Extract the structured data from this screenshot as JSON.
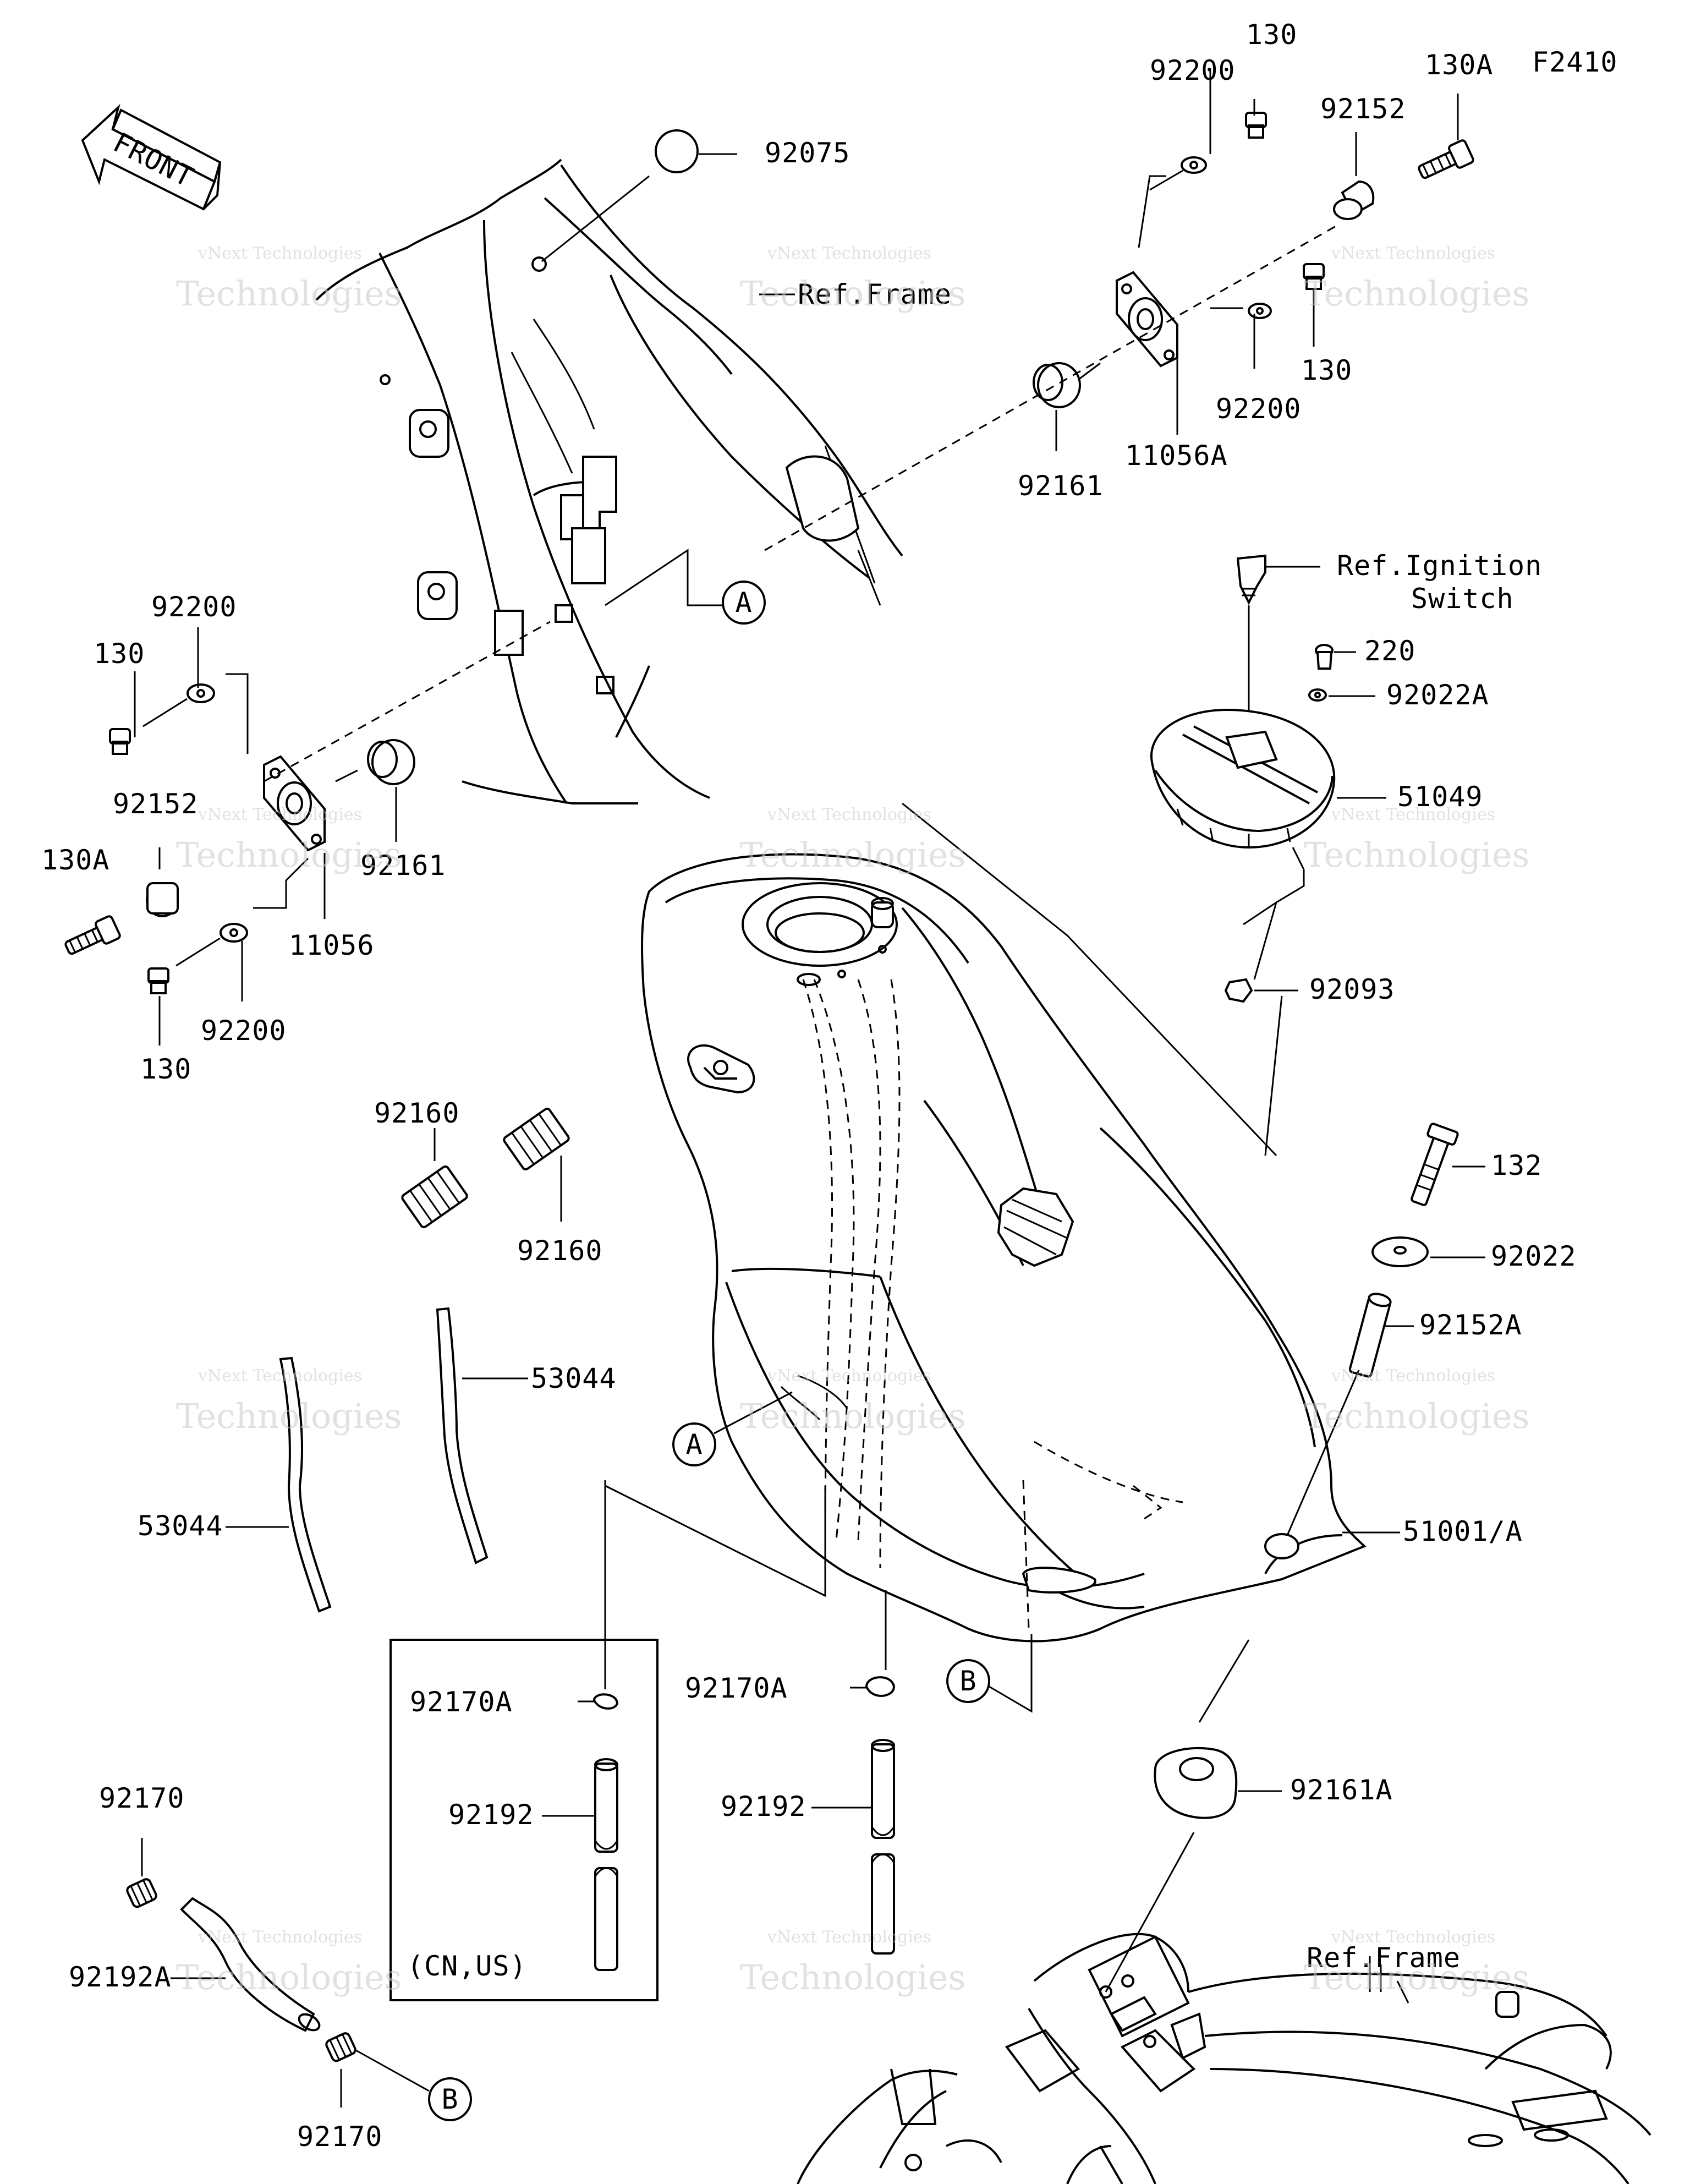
{
  "figure_code": "F2410",
  "front_label": "FRONT",
  "watermark": {
    "line1": "vNext Technologies",
    "line2": "Technologies"
  },
  "refs": {
    "frame_top": "Ref.Frame",
    "frame_bottom": "Ref.Frame",
    "ignition_line1": "Ref.Ignition",
    "ignition_line2": "Switch"
  },
  "inset_note": "(CN,US)",
  "markers": {
    "a": "A",
    "b": "B"
  },
  "parts": {
    "p92075": "92075",
    "p92200_top": "92200",
    "p130_top": "130",
    "p130A_top": "130A",
    "p92152_top": "92152",
    "p130_right": "130",
    "p92200_right": "92200",
    "p11056A": "11056A",
    "p92161_top": "92161",
    "p92200_left": "92200",
    "p130_left": "130",
    "p92152_left": "92152",
    "p130A_left": "130A",
    "p92161_left": "92161",
    "p11056": "11056",
    "p92200_lower": "92200",
    "p130_lower": "130",
    "p220": "220",
    "p92022A": "92022A",
    "p51049": "51049",
    "p92093": "92093",
    "p92160_a": "92160",
    "p92160_b": "92160",
    "p132": "132",
    "p92022": "92022",
    "p92152A": "92152A",
    "p53044_right": "53044",
    "p53044_left": "53044",
    "p51001A": "51001/A",
    "p92170A_left": "92170A",
    "p92192_left": "92192",
    "p92170A_right": "92170A",
    "p92192_right": "92192",
    "p92161A": "92161A",
    "p92170_top": "92170",
    "p92192A": "92192A",
    "p92170_bottom": "92170"
  }
}
